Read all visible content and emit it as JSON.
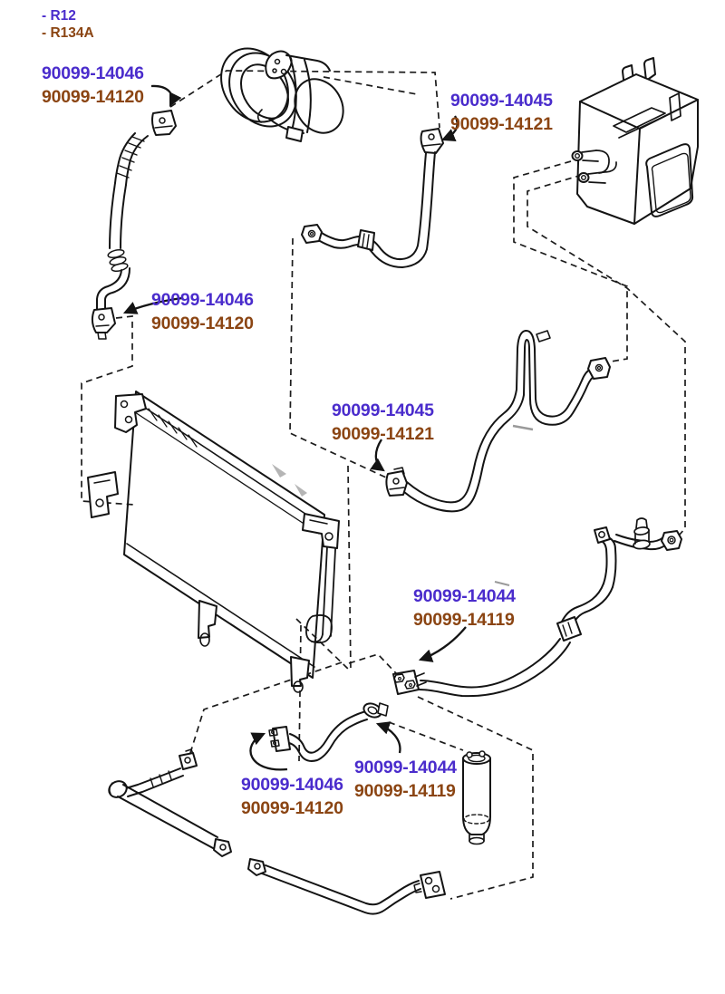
{
  "legend": {
    "r12": "- R12",
    "r134a": "- R134A"
  },
  "colors": {
    "r12_purple": "#4a2ccc",
    "r134a_brown": "#8b4513",
    "line_art": "#141414"
  },
  "labels": [
    {
      "id": "suction-hose-compressor-joint",
      "r12": "90099-14046",
      "r134a": "90099-14120"
    },
    {
      "id": "discharge-pipe-compressor-joint",
      "r12": "90099-14045",
      "r134a": "90099-14121"
    },
    {
      "id": "suction-hose-end-joint",
      "r12": "90099-14046",
      "r134a": "90099-14120"
    },
    {
      "id": "liquid-pipe-joint",
      "r12": "90099-14045",
      "r134a": "90099-14121"
    },
    {
      "id": "main-hose-condenser-joint",
      "r12": "90099-14044",
      "r134a": "90099-14119"
    },
    {
      "id": "connector-pipe-left-joint",
      "r12": "90099-14046",
      "r134a": "90099-14120"
    },
    {
      "id": "connector-pipe-right-joint",
      "r12": "90099-14044",
      "r134a": "90099-14119"
    }
  ],
  "parts": [
    "compressor",
    "evaporator-unit",
    "condenser",
    "suction-hose",
    "discharge-hose",
    "liquid-pipe",
    "service-valve-tube",
    "main-hose",
    "connector-pipe",
    "receiver-drier",
    "underbody-pipe"
  ]
}
